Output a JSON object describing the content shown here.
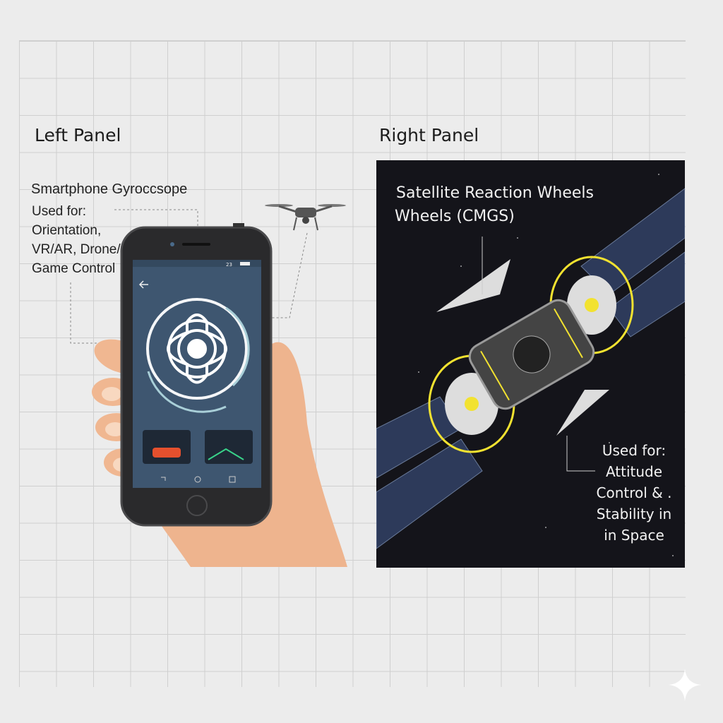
{
  "left_panel": {
    "heading": "Left Panel",
    "title": "Smartphone Gyroccsope",
    "used_for": "Used for:",
    "uses": [
      "Orientation,",
      "VR/AR, Drone/",
      "Game Control"
    ],
    "phone": {
      "status_time": "23",
      "back_icon": "arrow-left-icon"
    }
  },
  "right_panel": {
    "heading": "Right Panel",
    "title_lines": [
      "Satellite Reaction Wheels",
      "Wheels (CMGS)"
    ],
    "used_for": "Used for:",
    "uses": [
      "Attitude",
      "Control & .",
      "Stability in",
      "in Space"
    ]
  },
  "colors": {
    "background": "#ececec",
    "space": "#14141a",
    "accent_yellow": "#f2e230",
    "screen": "#3e5670"
  }
}
